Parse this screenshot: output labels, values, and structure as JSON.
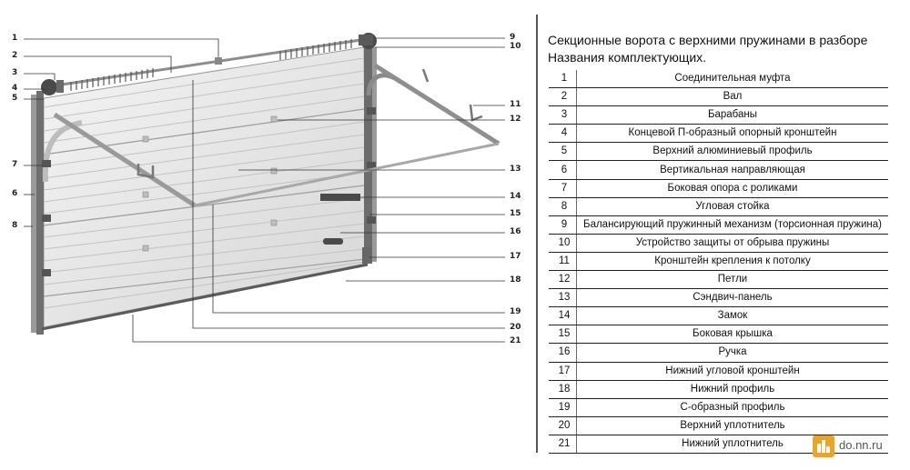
{
  "title": {
    "line1": "Секционные ворота с верхними пружинами  в разборе",
    "line2": "Названия комплектующих."
  },
  "callouts": [
    "1",
    "2",
    "3",
    "4",
    "5",
    "6",
    "7",
    "8",
    "9",
    "10",
    "11",
    "12",
    "13",
    "14",
    "15",
    "16",
    "17",
    "18",
    "19",
    "20",
    "21"
  ],
  "parts": [
    {
      "num": "1",
      "name": "Соединительная муфта"
    },
    {
      "num": "2",
      "name": "Вал"
    },
    {
      "num": "3",
      "name": "Барабаны"
    },
    {
      "num": "4",
      "name": "Концевой П-образный опорный кронштейн"
    },
    {
      "num": "5",
      "name": "Верхний алюминиевый профиль"
    },
    {
      "num": "6",
      "name": "Вертикальная направляющая"
    },
    {
      "num": "7",
      "name": "Боковая опора с роликами"
    },
    {
      "num": "8",
      "name": "Угловая стойка"
    },
    {
      "num": "9",
      "name": "Балансирующий пружинный механизм (торсионная пружина)"
    },
    {
      "num": "10",
      "name": "Устройство защиты от обрыва пружины"
    },
    {
      "num": "11",
      "name": "Кронштейн крепления к потолку"
    },
    {
      "num": "12",
      "name": "Петли"
    },
    {
      "num": "13",
      "name": "Сэндвич-панель"
    },
    {
      "num": "14",
      "name": "Замок"
    },
    {
      "num": "15",
      "name": "Боковая крышка"
    },
    {
      "num": "16",
      "name": "Ручка"
    },
    {
      "num": "17",
      "name": "Нижний угловой кронштейн"
    },
    {
      "num": "18",
      "name": "Нижний профиль"
    },
    {
      "num": "19",
      "name": "С-образный профиль"
    },
    {
      "num": "20",
      "name": "Верхний уплотнитель"
    },
    {
      "num": "21",
      "name": "Нижний уплотнитель"
    }
  ],
  "watermark": {
    "text": "do.nn.ru",
    "color": "#f0a320"
  }
}
